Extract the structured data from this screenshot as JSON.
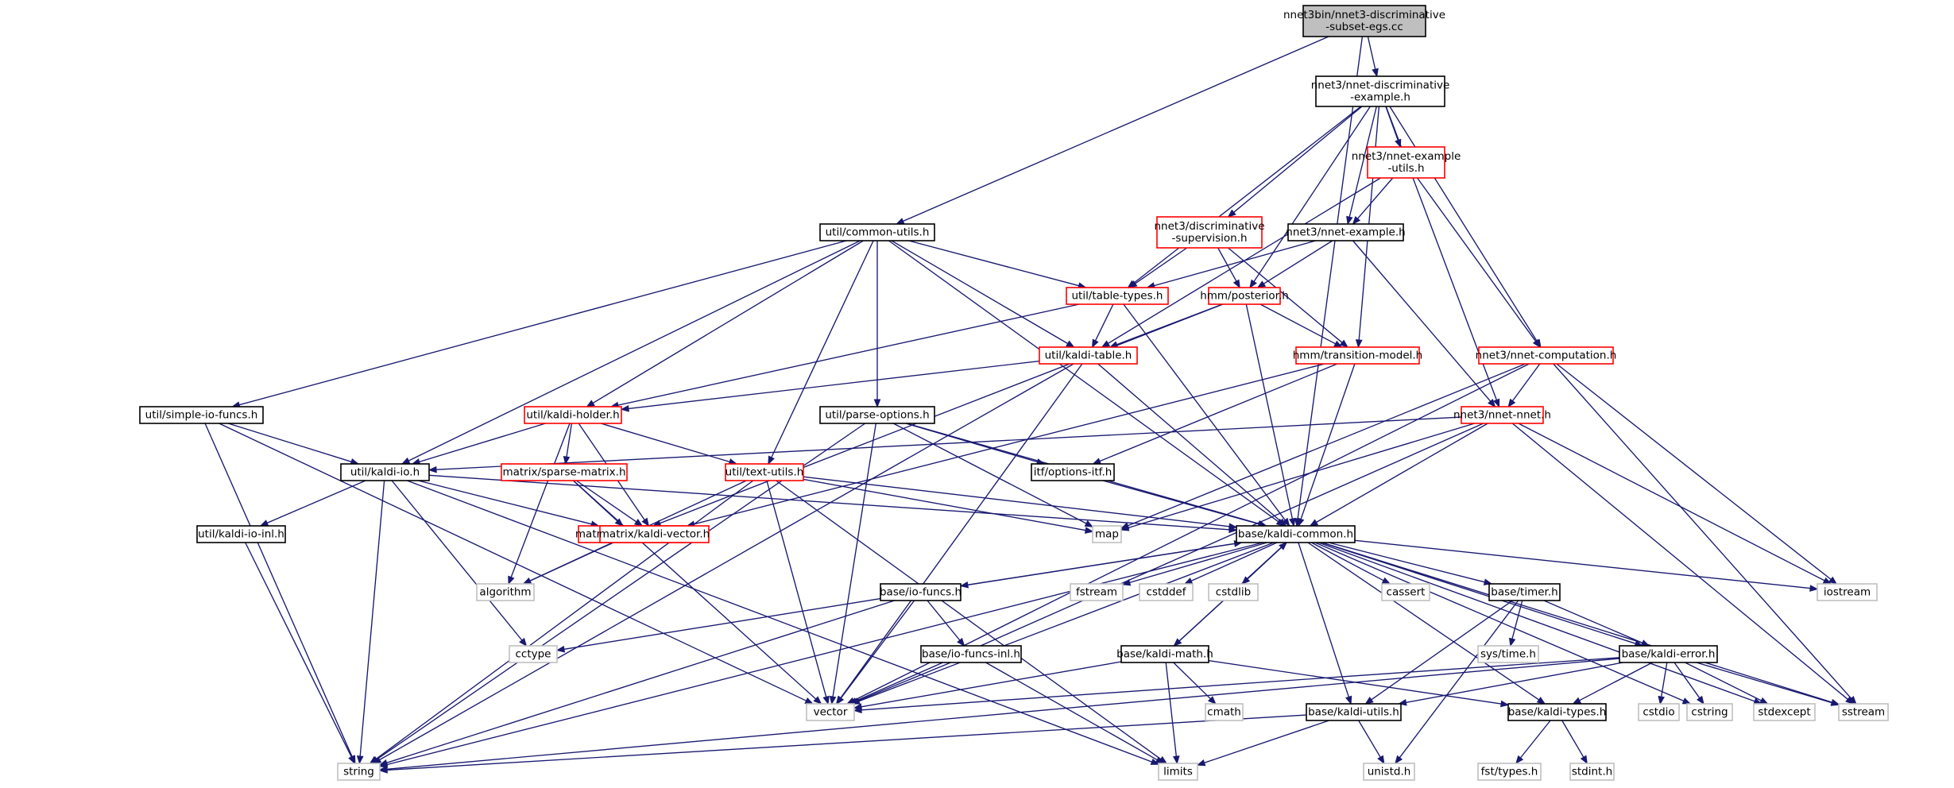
{
  "nodes": [
    {
      "id": "root",
      "lines": [
        "nnet3bin/nnet3-discriminative",
        "-subset-egs.cc"
      ],
      "style": "gray"
    },
    {
      "id": "nde",
      "lines": [
        "nnet3/nnet-discriminative",
        "-example.h"
      ],
      "style": "black"
    },
    {
      "id": "neu",
      "lines": [
        "nnet3/nnet-example",
        "-utils.h"
      ],
      "style": "red"
    },
    {
      "id": "cu",
      "lines": [
        "util/common-utils.h"
      ],
      "style": "black"
    },
    {
      "id": "ds",
      "lines": [
        "nnet3/discriminative",
        "-supervision.h"
      ],
      "style": "red"
    },
    {
      "id": "ne",
      "lines": [
        "nnet3/nnet-example.h"
      ],
      "style": "black"
    },
    {
      "id": "tt",
      "lines": [
        "util/table-types.h"
      ],
      "style": "red"
    },
    {
      "id": "post",
      "lines": [
        "hmm/posterior.h"
      ],
      "style": "red"
    },
    {
      "id": "kt",
      "lines": [
        "util/kaldi-table.h"
      ],
      "style": "red"
    },
    {
      "id": "tm",
      "lines": [
        "hmm/transition-model.h"
      ],
      "style": "red"
    },
    {
      "id": "nc",
      "lines": [
        "nnet3/nnet-computation.h"
      ],
      "style": "red"
    },
    {
      "id": "sif",
      "lines": [
        "util/simple-io-funcs.h"
      ],
      "style": "black"
    },
    {
      "id": "kh",
      "lines": [
        "util/kaldi-holder.h"
      ],
      "style": "red"
    },
    {
      "id": "po",
      "lines": [
        "util/parse-options.h"
      ],
      "style": "black"
    },
    {
      "id": "nn",
      "lines": [
        "nnet3/nnet-nnet.h"
      ],
      "style": "red"
    },
    {
      "id": "kio",
      "lines": [
        "util/kaldi-io.h"
      ],
      "style": "black"
    },
    {
      "id": "sm",
      "lines": [
        "matrix/sparse-matrix.h"
      ],
      "style": "red"
    },
    {
      "id": "tu",
      "lines": [
        "util/text-utils.h"
      ],
      "style": "red"
    },
    {
      "id": "oi",
      "lines": [
        "itf/options-itf.h"
      ],
      "style": "black"
    },
    {
      "id": "kioi",
      "lines": [
        "util/kaldi-io-inl.h"
      ],
      "style": "black"
    },
    {
      "id": "km",
      "lines": [
        "matrix/kaldi-matrix.h"
      ],
      "style": "red"
    },
    {
      "id": "kv",
      "lines": [
        "matrix/kaldi-vector.h"
      ],
      "style": "red"
    },
    {
      "id": "map",
      "lines": [
        "map"
      ],
      "style": "light"
    },
    {
      "id": "kc",
      "lines": [
        "base/kaldi-common.h"
      ],
      "style": "black"
    },
    {
      "id": "alg",
      "lines": [
        "algorithm"
      ],
      "style": "light"
    },
    {
      "id": "iof",
      "lines": [
        "base/io-funcs.h"
      ],
      "style": "black"
    },
    {
      "id": "fst",
      "lines": [
        "fstream"
      ],
      "style": "light"
    },
    {
      "id": "cstddef",
      "lines": [
        "cstddef"
      ],
      "style": "light"
    },
    {
      "id": "cstdlib",
      "lines": [
        "cstdlib"
      ],
      "style": "light"
    },
    {
      "id": "cassert",
      "lines": [
        "cassert"
      ],
      "style": "light"
    },
    {
      "id": "timer",
      "lines": [
        "base/timer.h"
      ],
      "style": "black"
    },
    {
      "id": "iostream",
      "lines": [
        "iostream"
      ],
      "style": "light"
    },
    {
      "id": "cctype",
      "lines": [
        "cctype"
      ],
      "style": "light"
    },
    {
      "id": "iofi",
      "lines": [
        "base/io-funcs-inl.h"
      ],
      "style": "black"
    },
    {
      "id": "systime",
      "lines": [
        "sys/time.h"
      ],
      "style": "light"
    },
    {
      "id": "ke",
      "lines": [
        "base/kaldi-error.h"
      ],
      "style": "black"
    },
    {
      "id": "kmath",
      "lines": [
        "base/kaldi-math.h"
      ],
      "style": "black"
    },
    {
      "id": "vector",
      "lines": [
        "vector"
      ],
      "style": "light"
    },
    {
      "id": "cmath",
      "lines": [
        "cmath"
      ],
      "style": "light"
    },
    {
      "id": "ku",
      "lines": [
        "base/kaldi-utils.h"
      ],
      "style": "black"
    },
    {
      "id": "kty",
      "lines": [
        "base/kaldi-types.h"
      ],
      "style": "black"
    },
    {
      "id": "cstdio",
      "lines": [
        "cstdio"
      ],
      "style": "light"
    },
    {
      "id": "cstring",
      "lines": [
        "cstring"
      ],
      "style": "light"
    },
    {
      "id": "stdexcept",
      "lines": [
        "stdexcept"
      ],
      "style": "light"
    },
    {
      "id": "sstream",
      "lines": [
        "sstream"
      ],
      "style": "light"
    },
    {
      "id": "string",
      "lines": [
        "string"
      ],
      "style": "light"
    },
    {
      "id": "limits",
      "lines": [
        "limits"
      ],
      "style": "light"
    },
    {
      "id": "unistd",
      "lines": [
        "unistd.h"
      ],
      "style": "light"
    },
    {
      "id": "fsttypes",
      "lines": [
        "fst/types.h"
      ],
      "style": "light"
    },
    {
      "id": "stdint",
      "lines": [
        "stdint.h"
      ],
      "style": "light"
    }
  ],
  "edges": [
    [
      "root",
      "nde"
    ],
    [
      "root",
      "cu"
    ],
    [
      "root",
      "kc"
    ],
    [
      "nde",
      "neu"
    ],
    [
      "nde",
      "ds"
    ],
    [
      "nde",
      "ne"
    ],
    [
      "nde",
      "tt"
    ],
    [
      "nde",
      "post"
    ],
    [
      "nde",
      "tm"
    ],
    [
      "nde",
      "nc"
    ],
    [
      "nde",
      "nn"
    ],
    [
      "neu",
      "ne"
    ],
    [
      "neu",
      "nc"
    ],
    [
      "neu",
      "kt"
    ],
    [
      "cu",
      "tt"
    ],
    [
      "cu",
      "kt"
    ],
    [
      "cu",
      "sif"
    ],
    [
      "cu",
      "kh"
    ],
    [
      "cu",
      "po"
    ],
    [
      "cu",
      "kio"
    ],
    [
      "cu",
      "tu"
    ],
    [
      "cu",
      "kc"
    ],
    [
      "ds",
      "tt"
    ],
    [
      "ds",
      "post"
    ],
    [
      "ds",
      "tm"
    ],
    [
      "ne",
      "tt"
    ],
    [
      "ne",
      "post"
    ],
    [
      "ne",
      "nn"
    ],
    [
      "tt",
      "kt"
    ],
    [
      "tt",
      "kh"
    ],
    [
      "tt",
      "kc"
    ],
    [
      "post",
      "kt"
    ],
    [
      "post",
      "tm"
    ],
    [
      "post",
      "kc"
    ],
    [
      "post",
      "km"
    ],
    [
      "kt",
      "kh"
    ],
    [
      "kt",
      "kc"
    ],
    [
      "kt",
      "string"
    ],
    [
      "kt",
      "vector"
    ],
    [
      "tm",
      "oi"
    ],
    [
      "tm",
      "kc"
    ],
    [
      "tm",
      "kv"
    ],
    [
      "nc",
      "nn"
    ],
    [
      "nc",
      "iostream"
    ],
    [
      "nc",
      "sstream"
    ],
    [
      "nc",
      "vector"
    ],
    [
      "nc",
      "map"
    ],
    [
      "sif",
      "kio"
    ],
    [
      "sif",
      "string"
    ],
    [
      "sif",
      "vector"
    ],
    [
      "kh",
      "kio"
    ],
    [
      "kh",
      "sm"
    ],
    [
      "kh",
      "tu"
    ],
    [
      "kh",
      "kv"
    ],
    [
      "kh",
      "alg"
    ],
    [
      "po",
      "oi"
    ],
    [
      "po",
      "kc"
    ],
    [
      "po",
      "map"
    ],
    [
      "po",
      "vector"
    ],
    [
      "po",
      "string"
    ],
    [
      "nn",
      "kio"
    ],
    [
      "nn",
      "kc"
    ],
    [
      "nn",
      "map"
    ],
    [
      "nn",
      "vector"
    ],
    [
      "nn",
      "iostream"
    ],
    [
      "nn",
      "sstream"
    ],
    [
      "kio",
      "kioi"
    ],
    [
      "kio",
      "km"
    ],
    [
      "kio",
      "kc"
    ],
    [
      "kio",
      "string"
    ],
    [
      "kio",
      "cctype"
    ],
    [
      "kio",
      "limits"
    ],
    [
      "sm",
      "km"
    ],
    [
      "sm",
      "kv"
    ],
    [
      "sm",
      "vector"
    ],
    [
      "tu",
      "kc"
    ],
    [
      "tu",
      "map"
    ],
    [
      "tu",
      "alg"
    ],
    [
      "tu",
      "vector"
    ],
    [
      "tu",
      "string"
    ],
    [
      "tu",
      "limits"
    ],
    [
      "oi",
      "kc"
    ],
    [
      "kioi",
      "string"
    ],
    [
      "km",
      "alg"
    ],
    [
      "kc",
      "iof"
    ],
    [
      "kc",
      "fst"
    ],
    [
      "kc",
      "cstddef"
    ],
    [
      "kc",
      "cstdlib"
    ],
    [
      "kc",
      "cassert"
    ],
    [
      "kc",
      "timer"
    ],
    [
      "kc",
      "iostream"
    ],
    [
      "kc",
      "kmath"
    ],
    [
      "kc",
      "ku"
    ],
    [
      "kc",
      "kty"
    ],
    [
      "kc",
      "ke"
    ],
    [
      "kc",
      "cstring"
    ],
    [
      "kc",
      "stdexcept"
    ],
    [
      "kc",
      "sstream"
    ],
    [
      "kc",
      "vector"
    ],
    [
      "kc",
      "string"
    ],
    [
      "iof",
      "iofi"
    ],
    [
      "iof",
      "cctype"
    ],
    [
      "iof",
      "vector"
    ],
    [
      "iof",
      "string"
    ],
    [
      "iof",
      "kc"
    ],
    [
      "iofi",
      "vector"
    ],
    [
      "iofi",
      "limits"
    ],
    [
      "timer",
      "systime"
    ],
    [
      "timer",
      "ke"
    ],
    [
      "timer",
      "ku"
    ],
    [
      "timer",
      "unistd"
    ],
    [
      "ke",
      "kty"
    ],
    [
      "ke",
      "ku"
    ],
    [
      "ke",
      "cstdio"
    ],
    [
      "ke",
      "cstring"
    ],
    [
      "ke",
      "stdexcept"
    ],
    [
      "ke",
      "sstream"
    ],
    [
      "ke",
      "vector"
    ],
    [
      "ke",
      "string"
    ],
    [
      "kmath",
      "cmath"
    ],
    [
      "kmath",
      "limits"
    ],
    [
      "kmath",
      "vector"
    ],
    [
      "kmath",
      "kty"
    ],
    [
      "kmath",
      "kc"
    ],
    [
      "ku",
      "unistd"
    ],
    [
      "ku",
      "limits"
    ],
    [
      "ku",
      "string"
    ],
    [
      "kty",
      "fsttypes"
    ],
    [
      "kty",
      "stdint"
    ]
  ],
  "colors": {
    "edge": "#191970",
    "project_border": "#000000",
    "truncated_border": "#ff0000",
    "system_border": "#bfbfbf",
    "root_fill": "#bfbfbf"
  }
}
